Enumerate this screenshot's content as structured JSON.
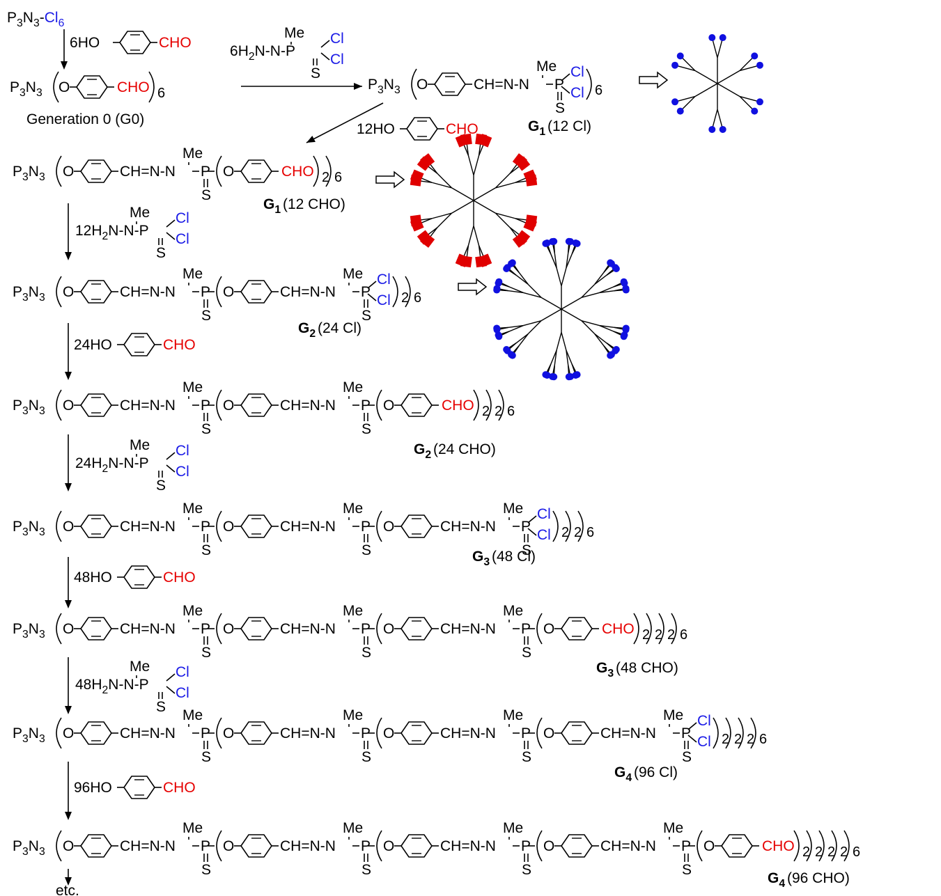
{
  "colors": {
    "chlorine": "#1a1ae6",
    "aldehyde": "#e60000",
    "ink": "#000000",
    "blue_terminal": "#1010e0",
    "red_terminal": "#e00000"
  },
  "labels": {
    "core_hexachloride": "P3N3-Cl6",
    "gen0_name": "Generation 0 (G0)",
    "g1_cl": "G1 (12 Cl)",
    "g1_cho": "G1 (12 CHO)",
    "g2_cl": "G2 (24 Cl)",
    "g2_cho": "G2 (24 CHO)",
    "g3_cl": "G3 (48 Cl)",
    "g3_cho": "G3 (48 CHO)",
    "g4_cl": "G4 (96 Cl)",
    "g4_cho": "G4 (96 CHO)",
    "etc": "etc."
  },
  "reagents": {
    "r1": "6 HO-C6H4-CHO",
    "r2": "6 H2N-N(Me)-P(S)Cl2",
    "r3": "12 HO-C6H4-CHO",
    "r4": "12 H2N-N(Me)-P(S)Cl2",
    "r5": "24 HO-C6H4-CHO",
    "r6": "24 H2N-N(Me)-P(S)Cl2",
    "r7": "48 HO-C6H4-CHO",
    "r8": "48 H2N-N(Me)-P(S)Cl2",
    "r9": "96 HO-C6H4-CHO"
  },
  "coefficients": {
    "r1": "6",
    "r2": "6",
    "r3": "12",
    "r4": "12",
    "r5": "24",
    "r6": "24",
    "r7": "48",
    "r8": "48",
    "r9": "96"
  },
  "glyphs": {
    "P": "P",
    "N": "N",
    "O": "O",
    "S": "S",
    "Me": "Me",
    "Cl": "Cl",
    "CHO": "CHO",
    "HO": "HO",
    "CH": "CH",
    "H": "H",
    "eq": "=",
    "dash": "-",
    "sub2": "2",
    "sub3": "3",
    "sub6": "6",
    "G": "G",
    "sub0": "0",
    "sub1": "1",
    "sub4": "4"
  },
  "icons": [
    "reaction-arrow",
    "open-arrow",
    "benzene-ring",
    "dendrimer-schematic"
  ]
}
